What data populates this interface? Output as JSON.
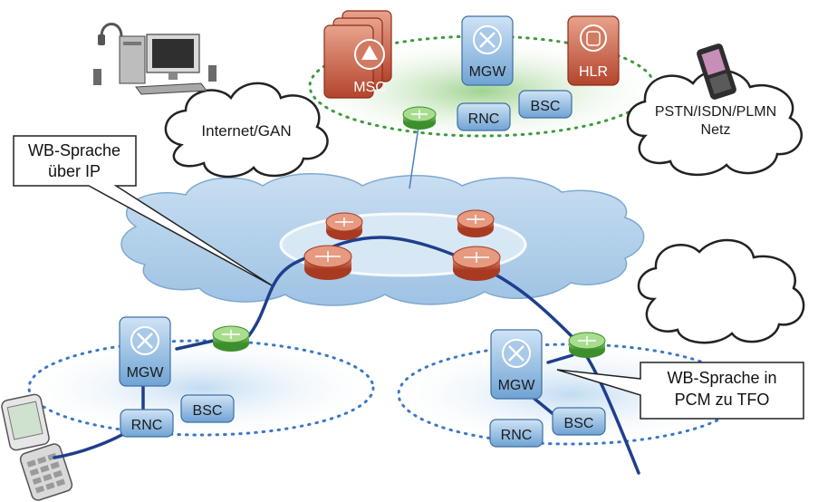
{
  "labels": {
    "internet": "Internet/GAN",
    "pstn_line1": "PSTN/ISDN/PLMN",
    "pstn_line2": "Netz",
    "callout_ip_line1": "WB-Sprache",
    "callout_ip_line2": "über IP",
    "callout_pcm_line1": "WB-Sprache in",
    "callout_pcm_line2": "PCM zu TFO"
  },
  "nodes": {
    "msc": "MSC",
    "mgw_core": "MGW",
    "hlr": "HLR",
    "rnc_core": "RNC",
    "bsc_core": "BSC",
    "mgw_left": "MGW",
    "rnc_left": "RNC",
    "bsc_left": "BSC",
    "mgw_right": "MGW",
    "rnc_right": "RNC",
    "bsc_right": "BSC"
  },
  "colors": {
    "backbone_cloud": "#a8cbe6",
    "router_red": "#c4523a",
    "router_green": "#4daa3c",
    "node_blue": "#8cb9e0",
    "node_red": "#c4523a",
    "link_blue": "#1f3f8c",
    "dotted_blue": "#3b78c4",
    "dotted_green": "#3c9a3c"
  }
}
